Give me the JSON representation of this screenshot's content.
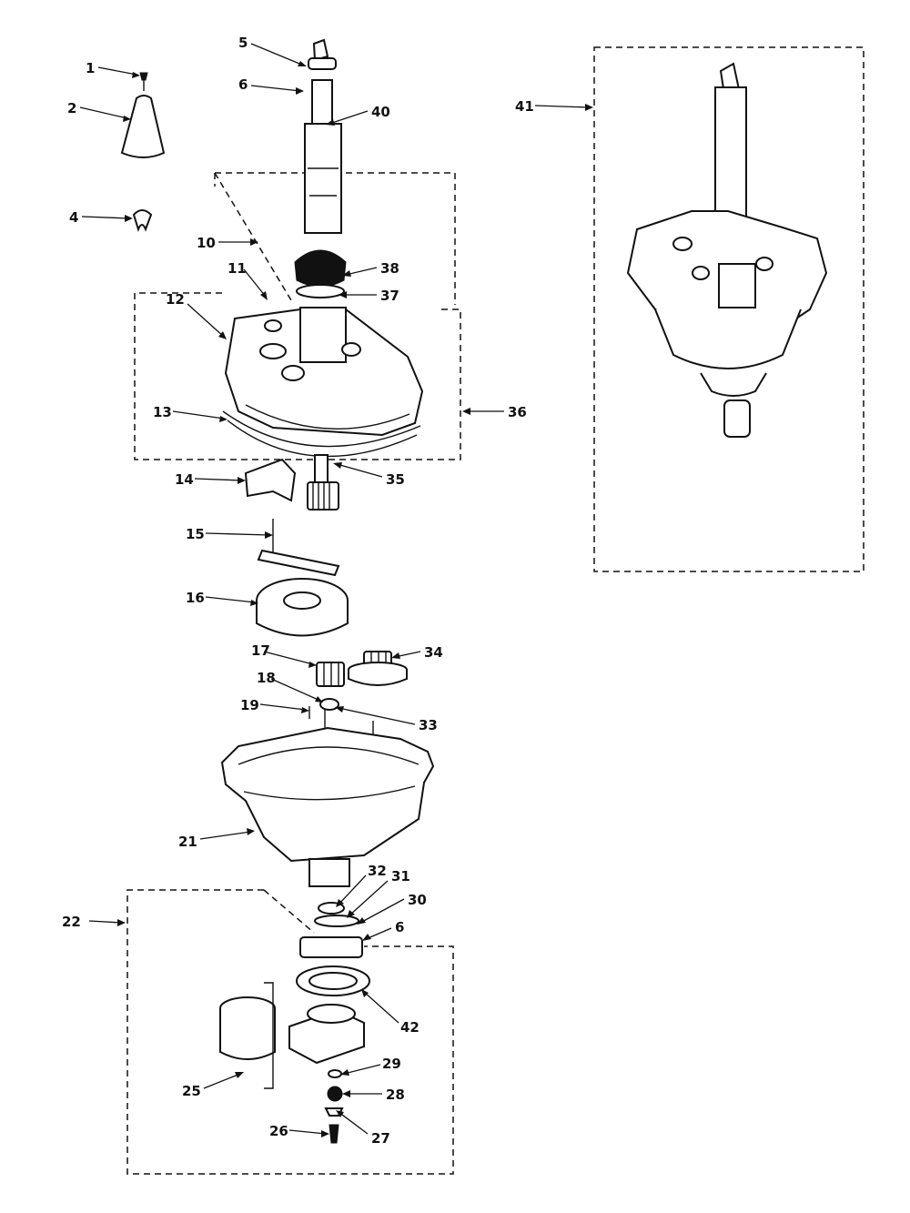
{
  "callouts": [
    {
      "id": "1",
      "text": "1"
    },
    {
      "id": "2",
      "text": "2"
    },
    {
      "id": "4",
      "text": "4"
    },
    {
      "id": "5",
      "text": "5"
    },
    {
      "id": "6a",
      "text": "6"
    },
    {
      "id": "40",
      "text": "40"
    },
    {
      "id": "10",
      "text": "10"
    },
    {
      "id": "11",
      "text": "11"
    },
    {
      "id": "38",
      "text": "38"
    },
    {
      "id": "37",
      "text": "37"
    },
    {
      "id": "12",
      "text": "12"
    },
    {
      "id": "36",
      "text": "36"
    },
    {
      "id": "13",
      "text": "13"
    },
    {
      "id": "35",
      "text": "35"
    },
    {
      "id": "14",
      "text": "14"
    },
    {
      "id": "15",
      "text": "15"
    },
    {
      "id": "16",
      "text": "16"
    },
    {
      "id": "17",
      "text": "17"
    },
    {
      "id": "34",
      "text": "34"
    },
    {
      "id": "18",
      "text": "18"
    },
    {
      "id": "19",
      "text": "19"
    },
    {
      "id": "33",
      "text": "33"
    },
    {
      "id": "21",
      "text": "21"
    },
    {
      "id": "32",
      "text": "32"
    },
    {
      "id": "31",
      "text": "31"
    },
    {
      "id": "30",
      "text": "30"
    },
    {
      "id": "6b",
      "text": "6"
    },
    {
      "id": "22",
      "text": "22"
    },
    {
      "id": "42",
      "text": "42"
    },
    {
      "id": "29",
      "text": "29"
    },
    {
      "id": "25",
      "text": "25"
    },
    {
      "id": "28",
      "text": "28"
    },
    {
      "id": "26",
      "text": "26"
    },
    {
      "id": "27",
      "text": "27"
    },
    {
      "id": "41",
      "text": "41"
    }
  ]
}
